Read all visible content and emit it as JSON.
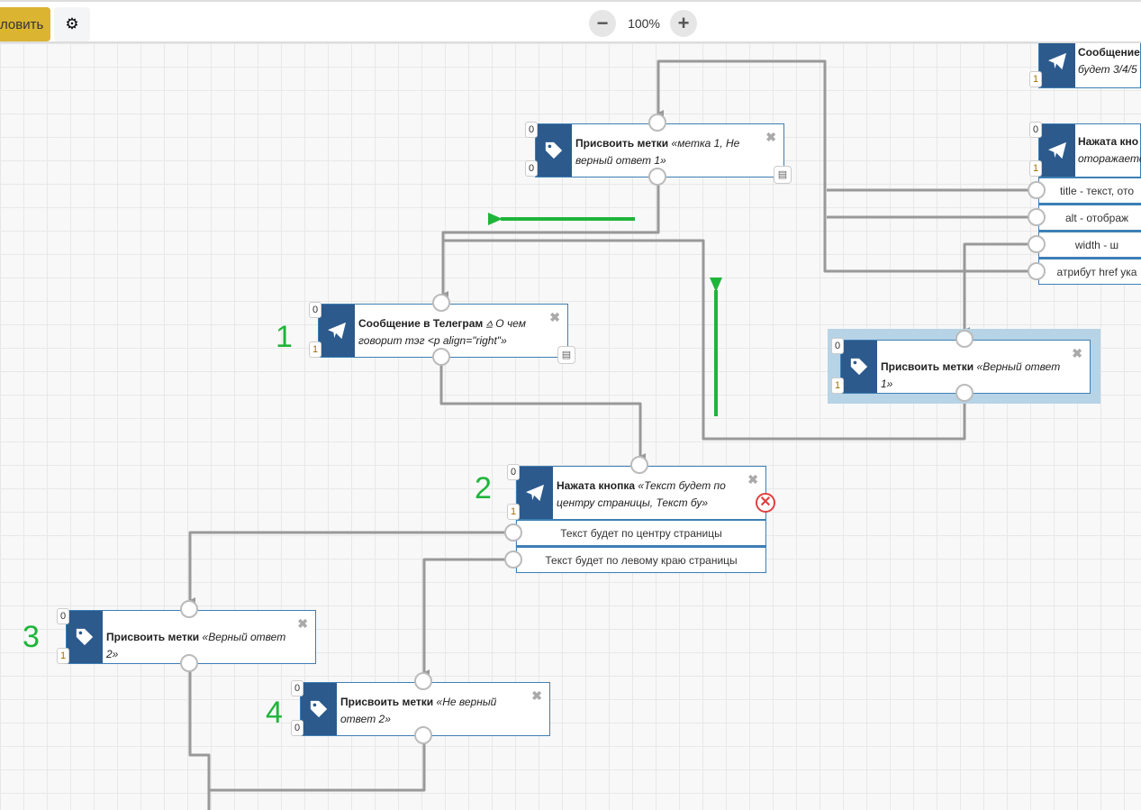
{
  "toolbar": {
    "save_label": "ловить",
    "zoom": "100%",
    "zoom_out": "−",
    "zoom_in": "+"
  },
  "annotations": {
    "n1": "1",
    "n2": "2",
    "n3": "3",
    "n4": "4",
    "arrow_color": "#1fb53a"
  },
  "nodes": {
    "msg_top": {
      "title": "Сообщение",
      "text": "будет 3/4/5",
      "badge_out": "1",
      "icon": "telegram-icon"
    },
    "tag1": {
      "title": "Присвоить метки",
      "text": "«метка 1, Не верный ответ 1»",
      "badge_in": "0",
      "badge_out": "0",
      "icon": "tag-icon"
    },
    "btn_right": {
      "title": "Нажата кно",
      "text": "оторажаетс",
      "badge_in": "0",
      "badge_out": "1",
      "options": [
        "title - текст, ото",
        "alt - отображ",
        "width - ш",
        "атрибут href ука"
      ]
    },
    "msg_tg": {
      "title": "Сообщение в Телеграм",
      "text": "⩠ О чем говорит тэг <p align=\"right\"»",
      "badge_in": "0",
      "badge_out": "1"
    },
    "tag_right": {
      "title": "Присвоить метки",
      "text": "«Верный ответ 1»",
      "badge_in": "0",
      "badge_out": "1"
    },
    "btn_mid": {
      "title": "Нажата кнопка",
      "text": "«Текст будет по центру страницы, Текст бу»",
      "badge_in": "0",
      "badge_out": "1",
      "options": [
        "Текст будет по центру страницы",
        "Текст будет по левому краю страницы"
      ]
    },
    "tag3": {
      "title": "Присвоить метки",
      "text": "«Верный ответ 2»",
      "badge_in": "0",
      "badge_out": "1"
    },
    "tag4": {
      "title": "Присвоить метки",
      "text": "«Не верный ответ 2»",
      "badge_in": "0",
      "badge_out": "0"
    }
  }
}
